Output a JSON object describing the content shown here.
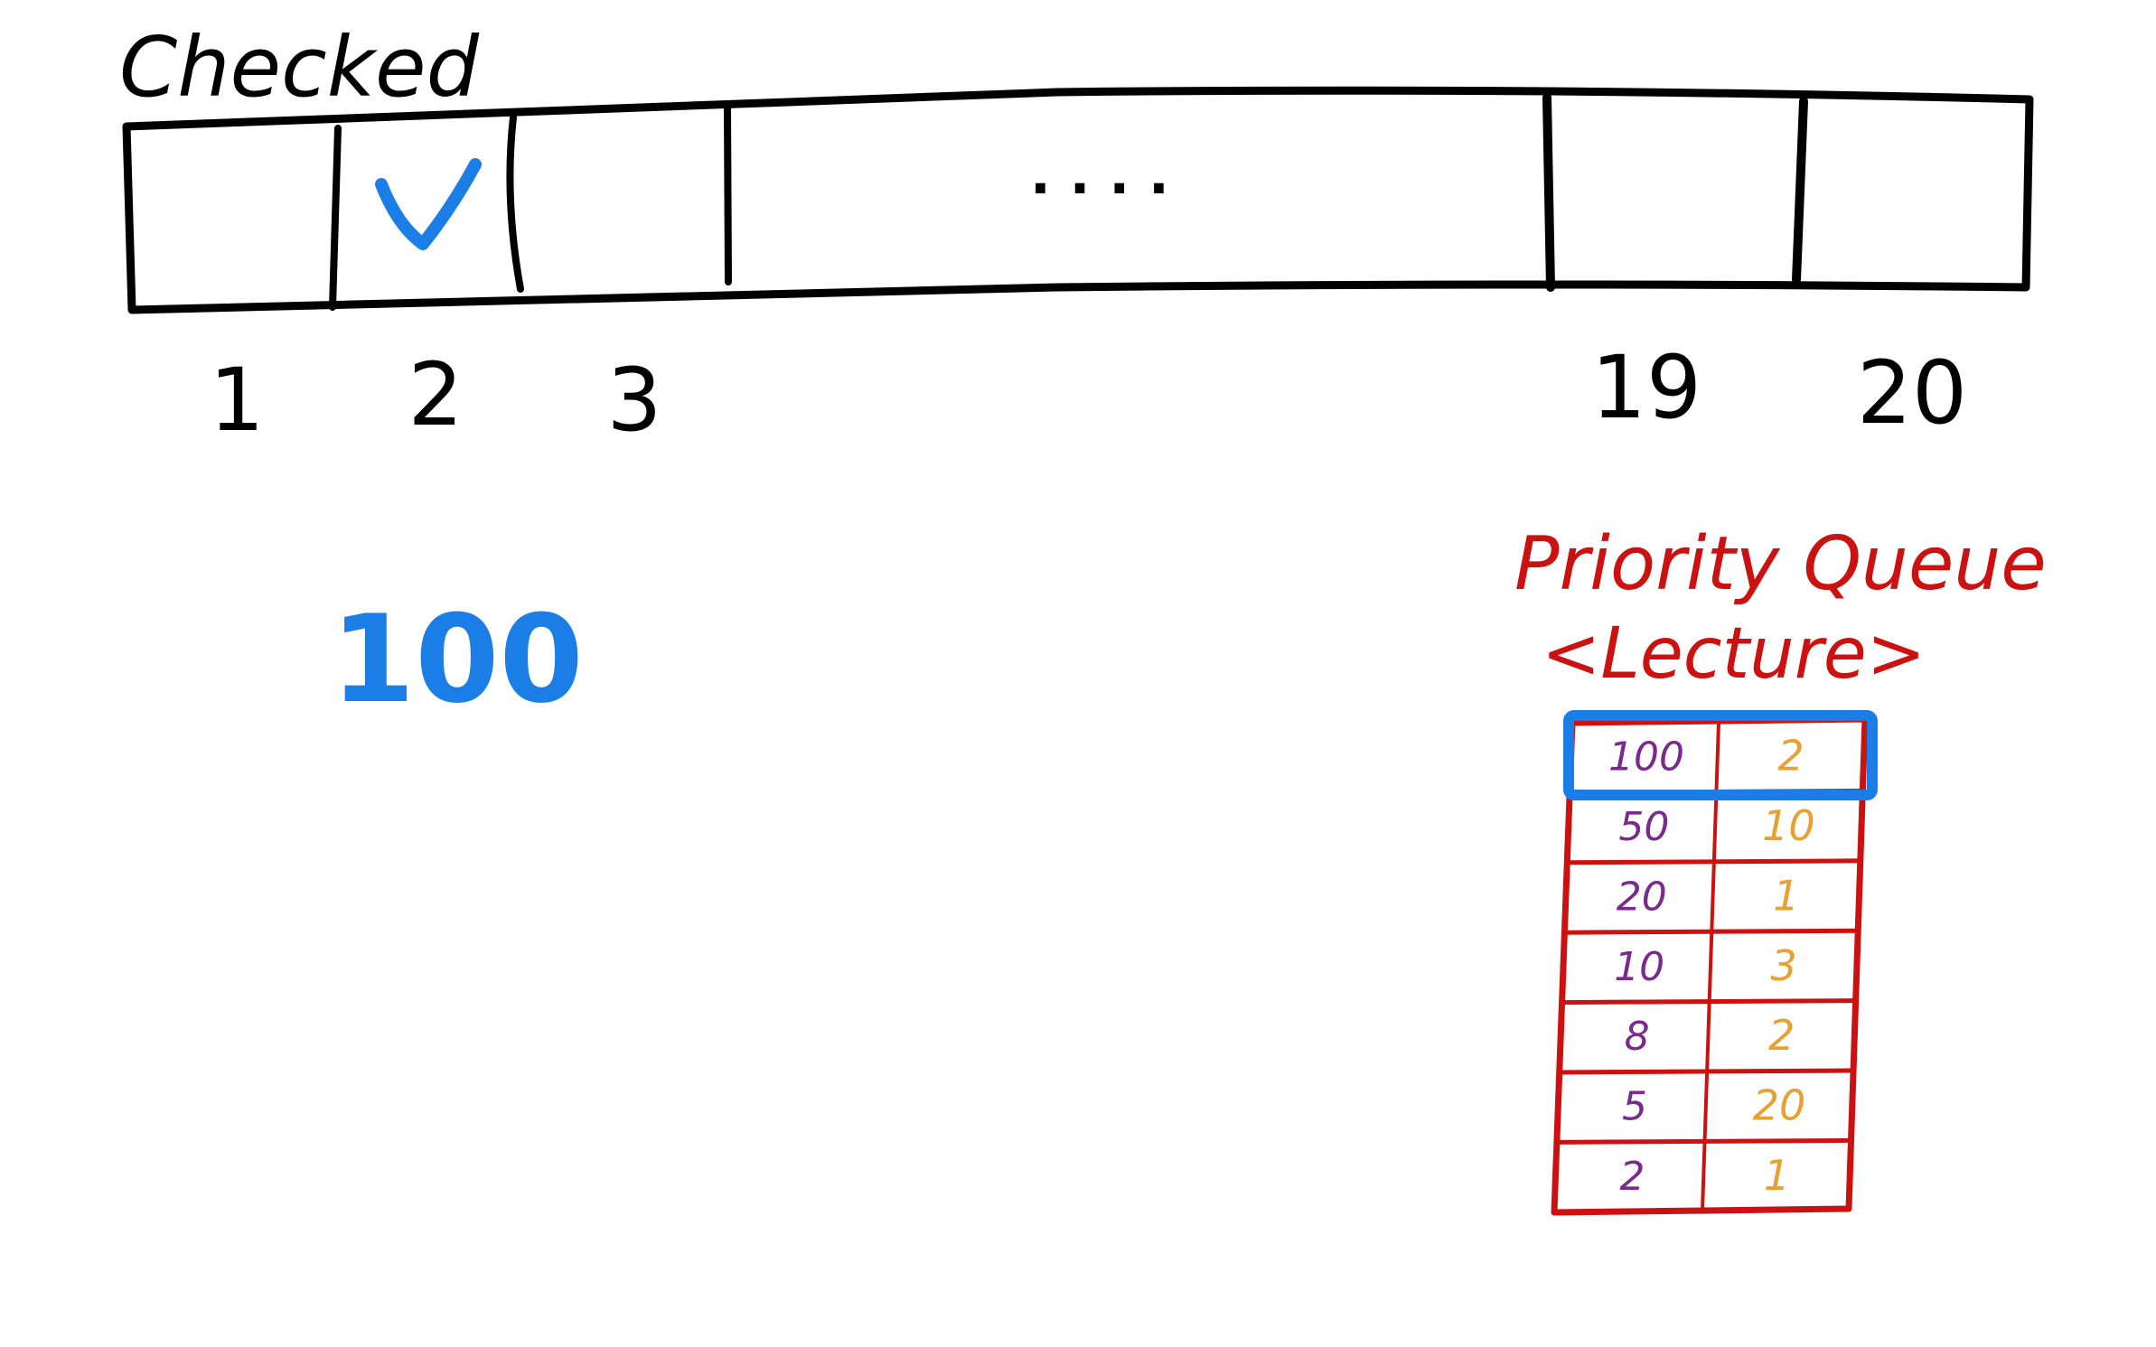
{
  "colors": {
    "ink": "#000000",
    "accent_blue": "#1b7ee6",
    "pq_red": "#cc1111",
    "value_purple": "#7a2a8c",
    "index_orange": "#e8a030"
  },
  "checked_array": {
    "label": "Checked",
    "ellipsis": ". . . .",
    "checked_index": 2,
    "index_labels": [
      "1",
      "2",
      "3",
      "19",
      "20"
    ]
  },
  "current_value": "100",
  "priority_queue": {
    "title": "Priority Queue",
    "type_param": "<Lecture>",
    "highlighted_row": 0,
    "rows": [
      {
        "value": "100",
        "lecture": "2"
      },
      {
        "value": "50",
        "lecture": "10"
      },
      {
        "value": "20",
        "lecture": "1"
      },
      {
        "value": "10",
        "lecture": "3"
      },
      {
        "value": "8",
        "lecture": "2"
      },
      {
        "value": "5",
        "lecture": "20"
      },
      {
        "value": "2",
        "lecture": "1"
      }
    ]
  }
}
